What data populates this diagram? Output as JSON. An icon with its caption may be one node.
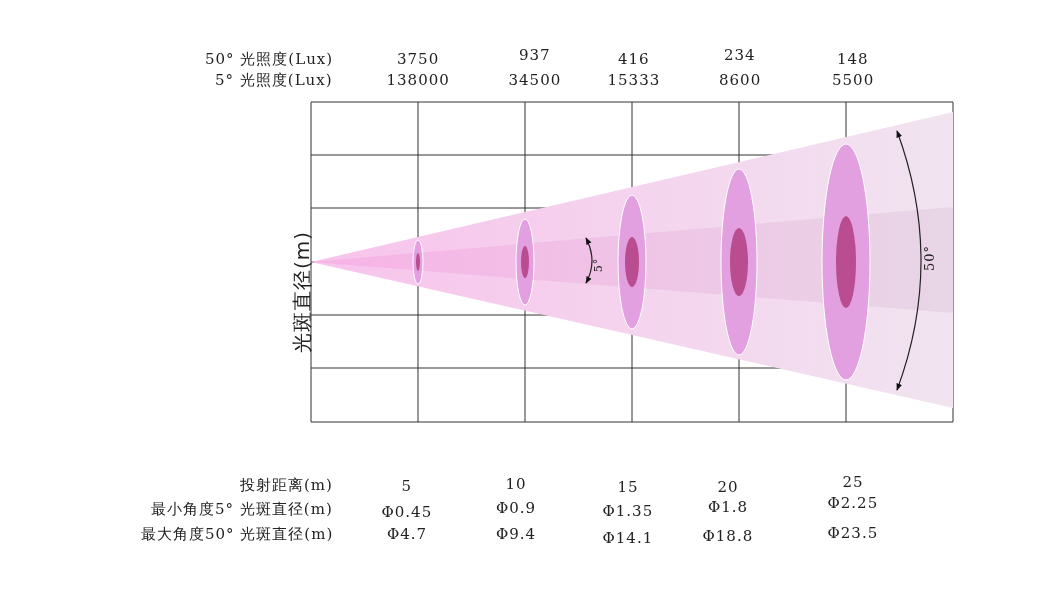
{
  "diagram": {
    "labels": [
      "50° 光照度(Lux)",
      "3750",
      "937",
      "416",
      "234",
      "148",
      "5° 光照度(Lux)",
      "138000",
      "34500",
      "15333",
      "8600",
      "5500",
      "光斑直径(m)",
      "5°",
      "50°",
      "投射距离(m)",
      "5",
      "10",
      "15",
      "20",
      "25",
      "最小角度5° 光斑直径(m)",
      "Φ0.45",
      "Φ0.9",
      "Φ1.35",
      "Φ1.8",
      "Φ2.25",
      "最大角度50° 光斑直径(m)",
      "Φ4.7",
      "Φ9.4",
      "Φ14.1",
      "Φ18.8",
      "Φ23.5"
    ]
  }
}
